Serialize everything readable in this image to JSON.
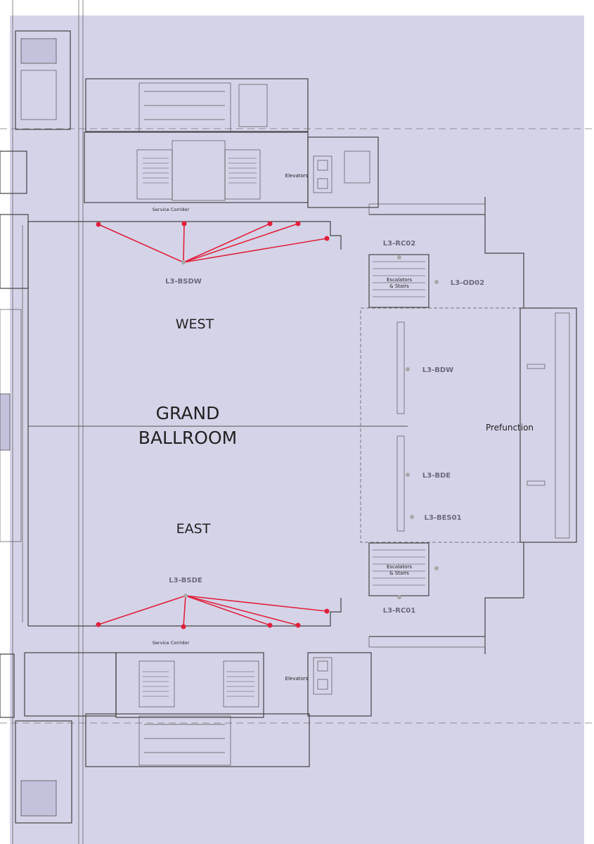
{
  "rooms": {
    "grand_line1": "GRAND",
    "grand_line2": "BALLROOM",
    "west": "WEST",
    "east": "EAST",
    "prefunction": "Prefunction",
    "elevators_top": "Elevators",
    "elevators_bottom": "Elevators",
    "service_corridor_top": "Service Corridor",
    "service_corridor_bottom": "Service Corridor",
    "escalators_top_1": "Escalators",
    "escalators_top_2": "& Stairs",
    "escalators_bottom_1": "Escalators",
    "escalators_bottom_2": "& Stairs"
  },
  "points": {
    "bsdw": "L3-BSDW",
    "bsde": "L3-BSDE",
    "rc02": "L3-RC02",
    "rc01": "L3-RC01",
    "od02": "L3-OD02",
    "bdw": "L3-BDW",
    "bde": "L3-BDE",
    "bes01": "L3-BES01"
  },
  "colors": {
    "background": "#d5d3e8",
    "connection": "#e0203c",
    "marker": "#a8a8a8"
  }
}
